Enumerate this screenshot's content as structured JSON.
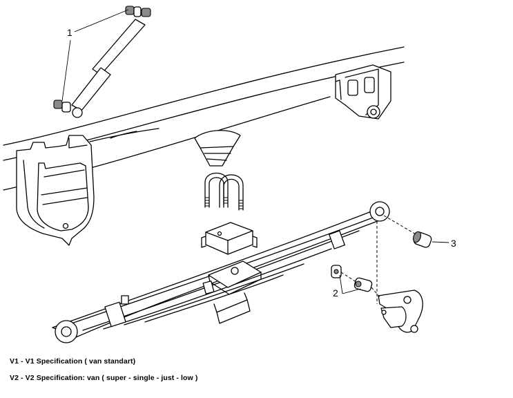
{
  "callouts": {
    "shock_absorber": "1",
    "bolts": "2",
    "bushing": "3"
  },
  "specifications": [
    "V1 - V1 Specification ( van standart)",
    "V2 - V2 Specification: van ( super - single - just - low )"
  ]
}
